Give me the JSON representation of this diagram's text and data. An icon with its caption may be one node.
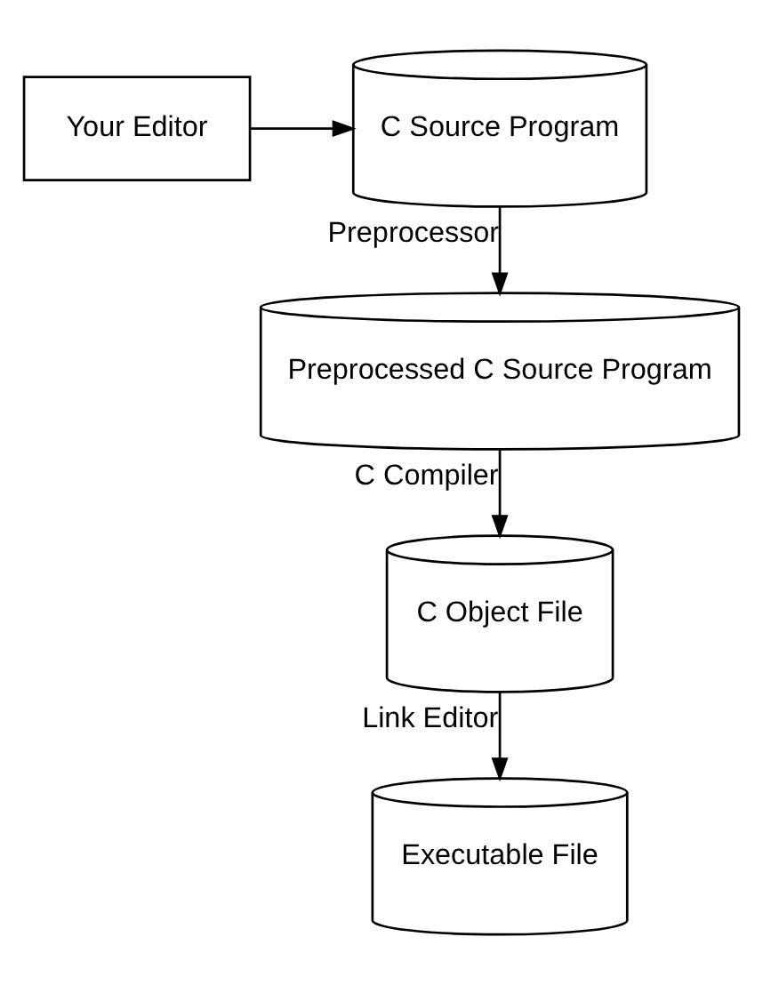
{
  "diagram": {
    "nodes": [
      {
        "text": [
          "Your Editor"
        ]
      },
      {
        "text": [
          "C Source Program"
        ]
      },
      {
        "text": [
          "Preprocessed C Source Program"
        ]
      },
      {
        "text": [
          "C Object File"
        ]
      },
      {
        "text": [
          "Executable File"
        ]
      }
    ],
    "edges": [
      {
        "from": 0,
        "to": 1,
        "arrow": "to"
      },
      {
        "from": 1,
        "to": 2,
        "arrow": "to",
        "label": "Preprocessor"
      },
      {
        "from": 2,
        "to": 3,
        "arrow": "to",
        "label": "C Compiler"
      },
      {
        "from": 3,
        "to": 4,
        "arrow": "to",
        "label": "Link Editor"
      }
    ]
  }
}
